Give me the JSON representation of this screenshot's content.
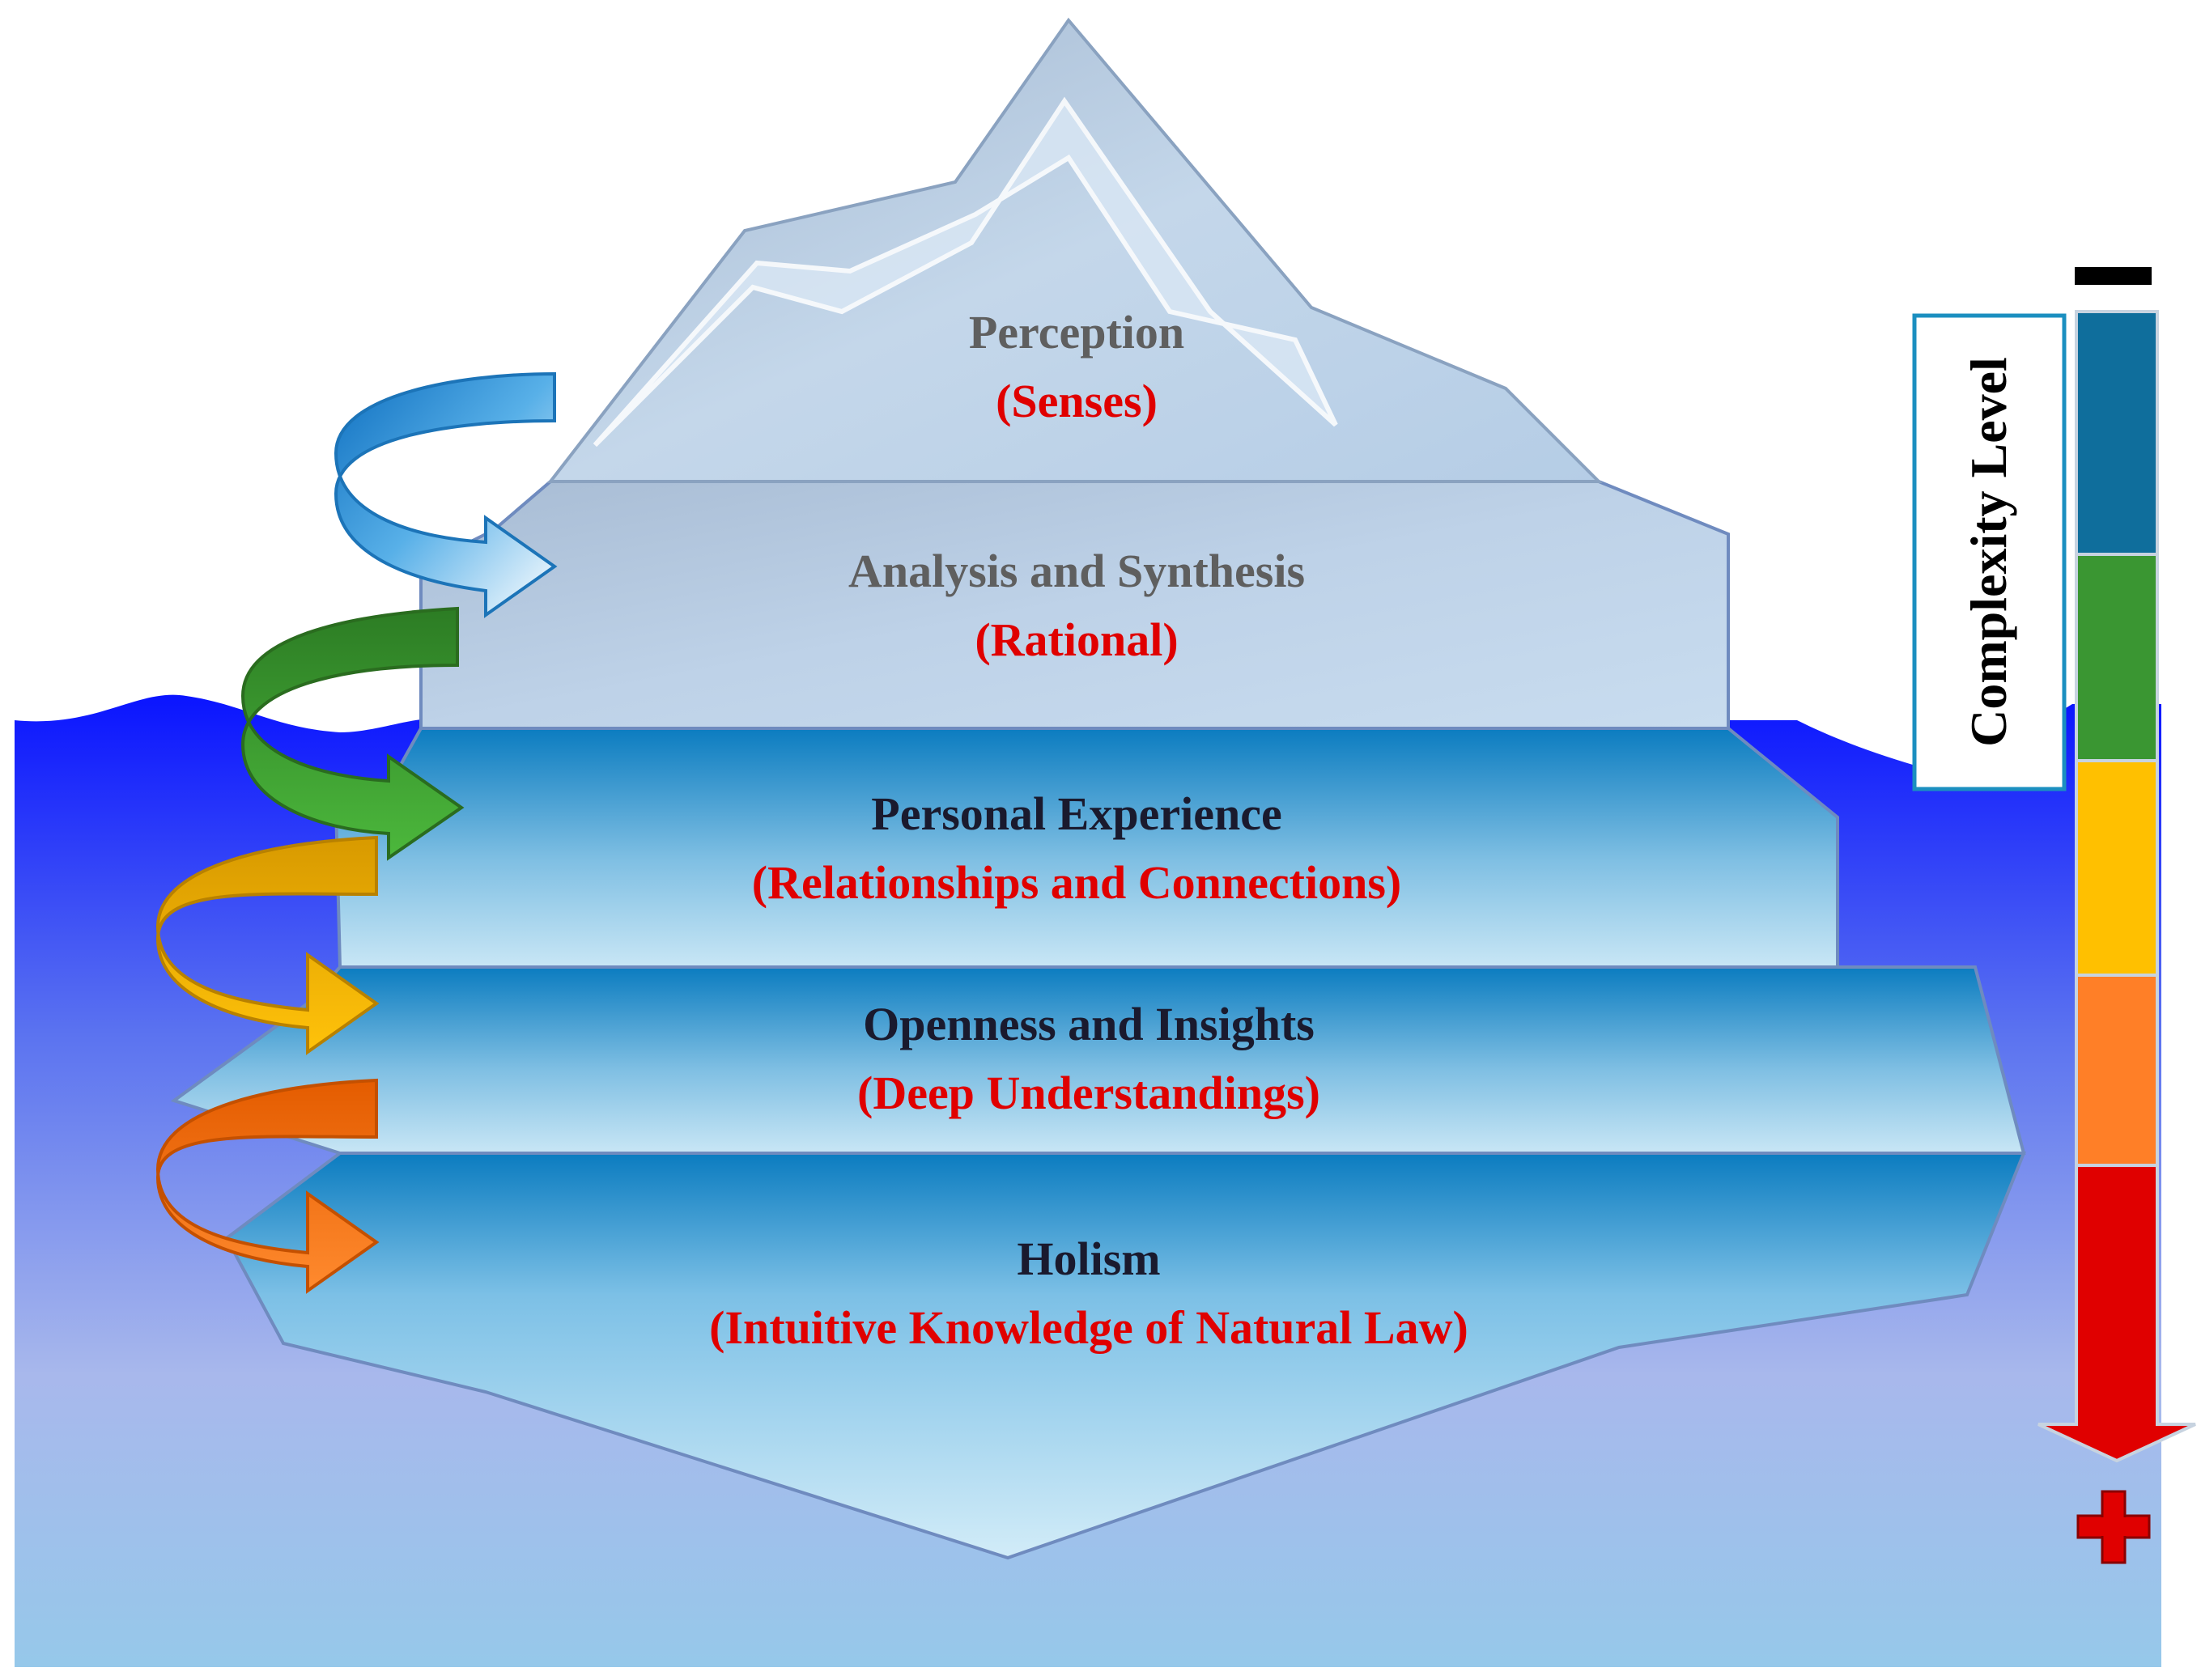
{
  "layers": [
    {
      "title": "Perception",
      "subtitle": "(Senses)"
    },
    {
      "title": "Analysis and Synthesis",
      "subtitle": "(Rational)"
    },
    {
      "title": "Personal Experience",
      "subtitle": "(Relationships and Connections)"
    },
    {
      "title": "Openness and Insights",
      "subtitle": "(Deep Understandings)"
    },
    {
      "title": "Holism",
      "subtitle": "(Intuitive Knowledge of Natural Law)"
    }
  ],
  "scale": {
    "label": "Complexity Level",
    "top_sign": "−",
    "bottom_sign": "+"
  },
  "colors": {
    "water_top": "#0a1cff",
    "water_bottom": "#9cc8ea",
    "ice_above": "#b8cfe6",
    "ice_below_top": "#0e7fbf",
    "ice_below_bottom": "#b8dcef",
    "title_above": "#5f5f5f",
    "title_below": "#1a1a2e",
    "subtitle": "#e00000",
    "arrow_blue": "#2a8fd6",
    "arrow_green": "#3a9c2e",
    "arrow_yellow": "#f5b800",
    "arrow_orange": "#f07818",
    "scale_blue": "#0f6e9c",
    "scale_green": "#3a9632",
    "scale_yellow": "#ffc000",
    "scale_orange": "#ff7f27",
    "scale_red": "#e00000"
  }
}
